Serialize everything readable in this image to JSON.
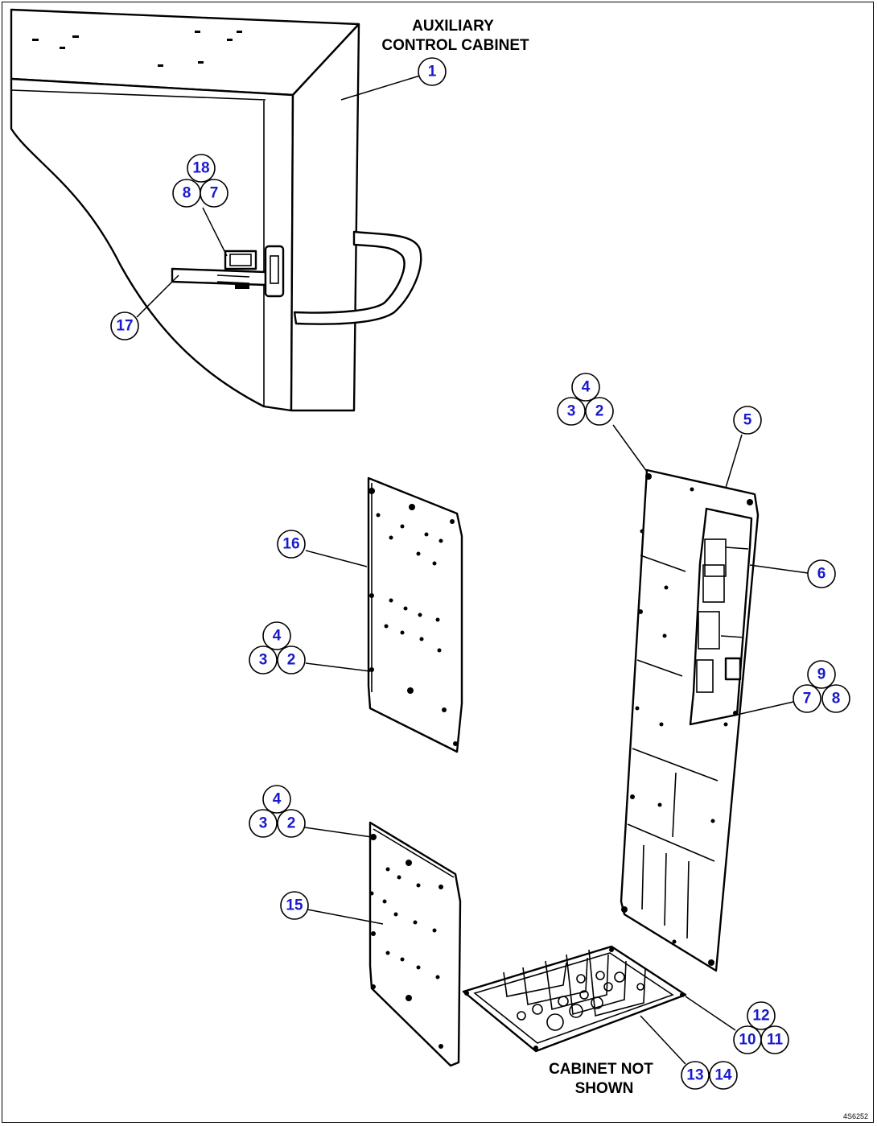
{
  "labels": {
    "cabinet_line1": "AUXILIARY",
    "cabinet_line2": "CONTROL CABINET",
    "note_line1": "CABINET NOT",
    "note_line2": "SHOWN",
    "doc_id": "4S6252"
  },
  "callouts": {
    "c1": "1",
    "c18": "18",
    "c8a": "8",
    "c7a": "7",
    "c17": "17",
    "c4a": "4",
    "c3a": "3",
    "c2a": "2",
    "c5": "5",
    "c16": "16",
    "c6": "6",
    "c4b": "4",
    "c3b": "3",
    "c2b": "2",
    "c9": "9",
    "c7b": "7",
    "c8b": "8",
    "c4c": "4",
    "c3c": "3",
    "c2c": "2",
    "c15": "15",
    "c12": "12",
    "c10": "10",
    "c11": "11",
    "c13": "13",
    "c14": "14"
  },
  "colors": {
    "callout_text": "#1a1acc",
    "line": "#000000",
    "background": "#ffffff"
  }
}
